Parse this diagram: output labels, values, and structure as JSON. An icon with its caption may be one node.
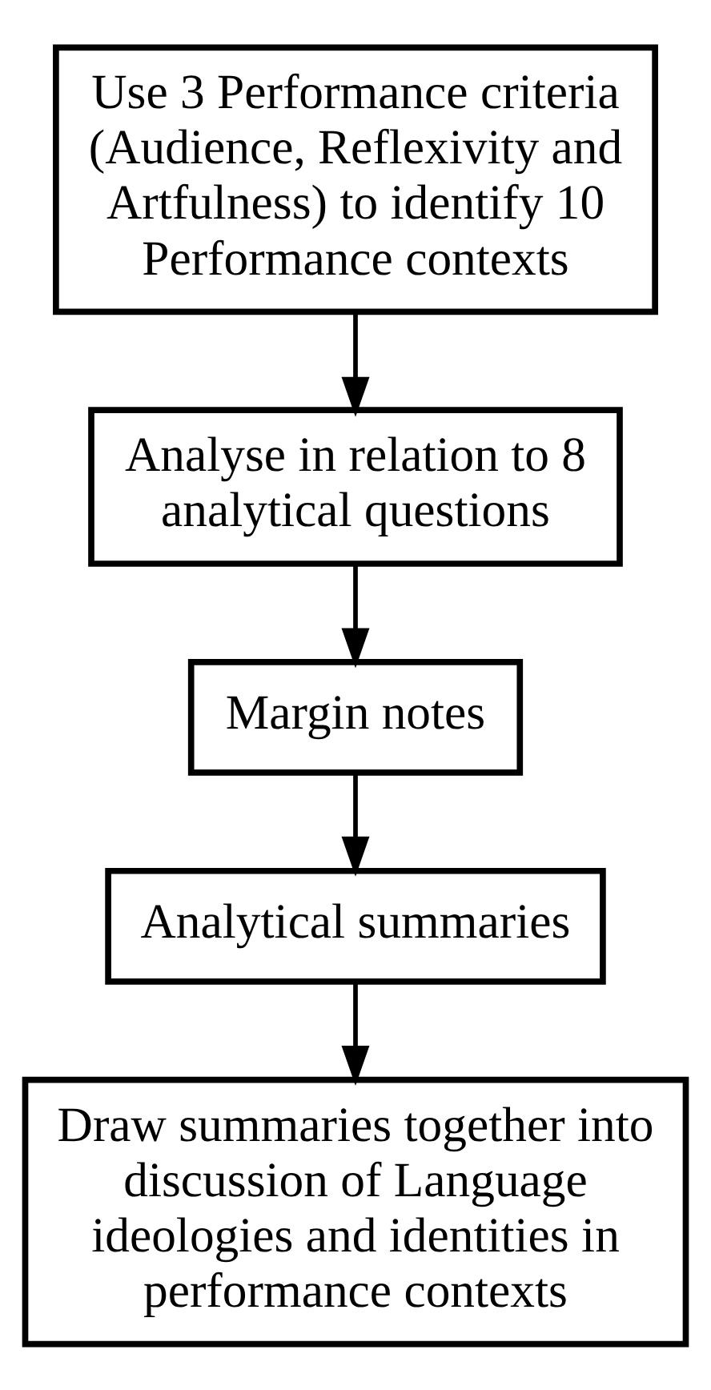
{
  "diagram": {
    "nodes": [
      {
        "text": [
          "Use 3 Performance criteria (Audience, Reflexivity and Artfulness) to identify 10 Performance contexts"
        ]
      },
      {
        "text": [
          "Analyse in relation to 8 analytical questions"
        ]
      },
      {
        "text": [
          "Margin notes"
        ]
      },
      {
        "text": [
          "Analytical summaries"
        ]
      },
      {
        "text": [
          "Draw summaries together into discussion of Language ideologies and identities in performance contexts"
        ]
      }
    ],
    "edges": [
      {
        "from": 0,
        "to": 1,
        "arrow": "to"
      },
      {
        "from": 1,
        "to": 2,
        "arrow": "to"
      },
      {
        "from": 2,
        "to": 3,
        "arrow": "to"
      },
      {
        "from": 3,
        "to": 4,
        "arrow": "to"
      }
    ]
  }
}
